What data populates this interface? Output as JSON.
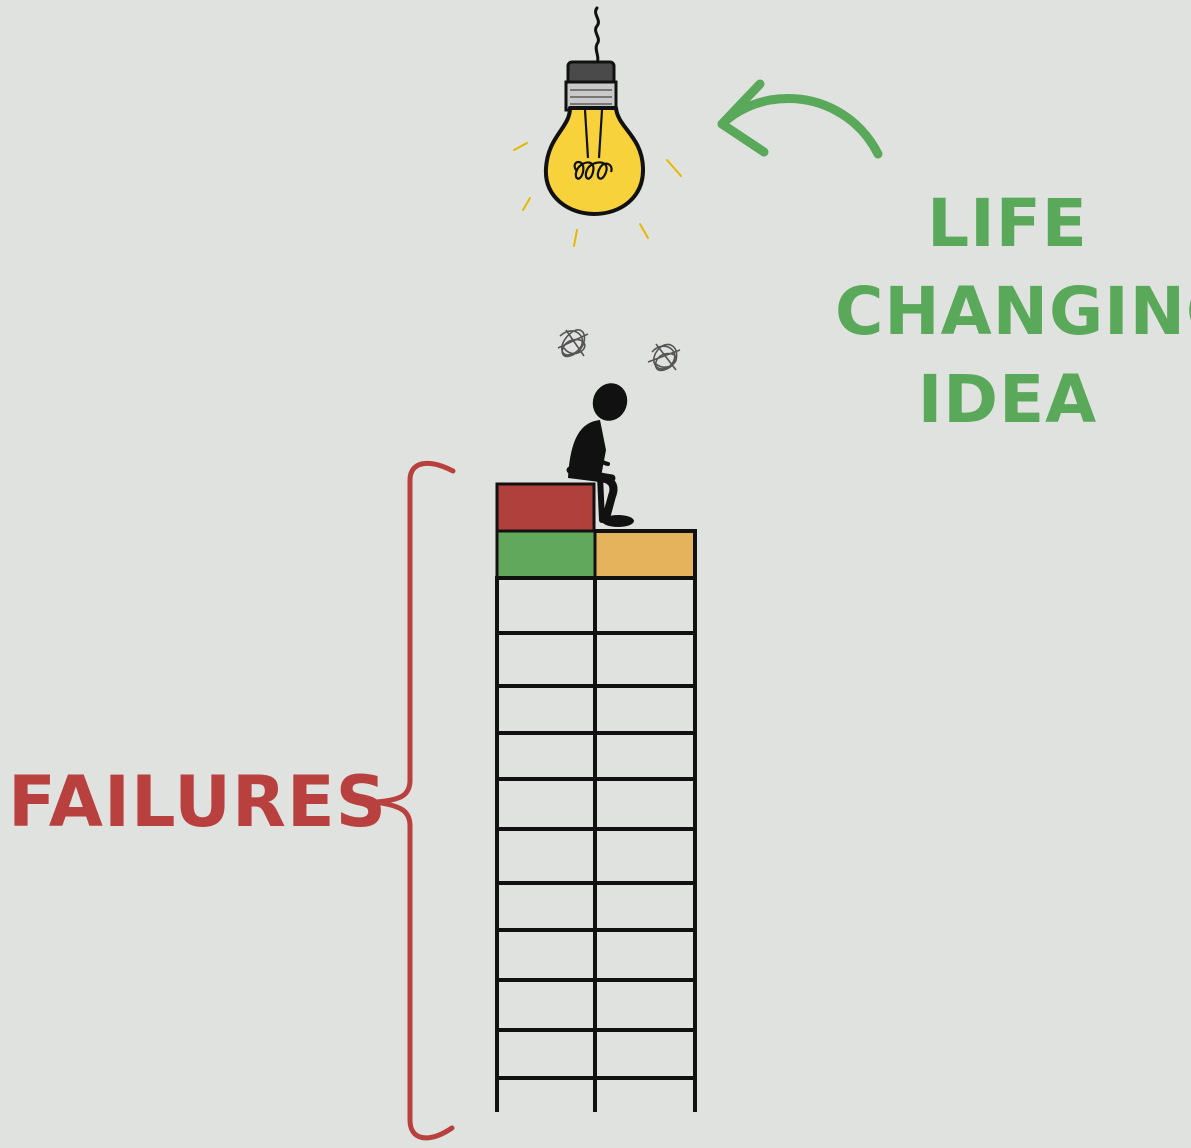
{
  "labels": {
    "idea_lines": [
      "LIFE",
      "CHANGING",
      "IDEA"
    ],
    "failures": "FAILURES"
  },
  "colors": {
    "background": "#dfe2de",
    "idea_text": "#5aa85a",
    "arrow": "#5aa85a",
    "failures_text": "#b8403e",
    "brace": "#b8403e",
    "block_red": "#b0403c",
    "block_green": "#62a85c",
    "block_orange": "#e4b35c",
    "bulb_glass": "#f7d23a",
    "bulb_rays": "#e6b800",
    "ink": "#111111"
  },
  "icons": {
    "bulb": "light-bulb-icon",
    "person": "thinking-person-icon",
    "thought_scribbles": "scribble-icon",
    "arrow": "curved-arrow-icon",
    "brace": "curly-brace-icon"
  },
  "tower": {
    "columns": 2,
    "grid_rows": 10,
    "colored_blocks": [
      "red",
      "green",
      "orange"
    ]
  }
}
